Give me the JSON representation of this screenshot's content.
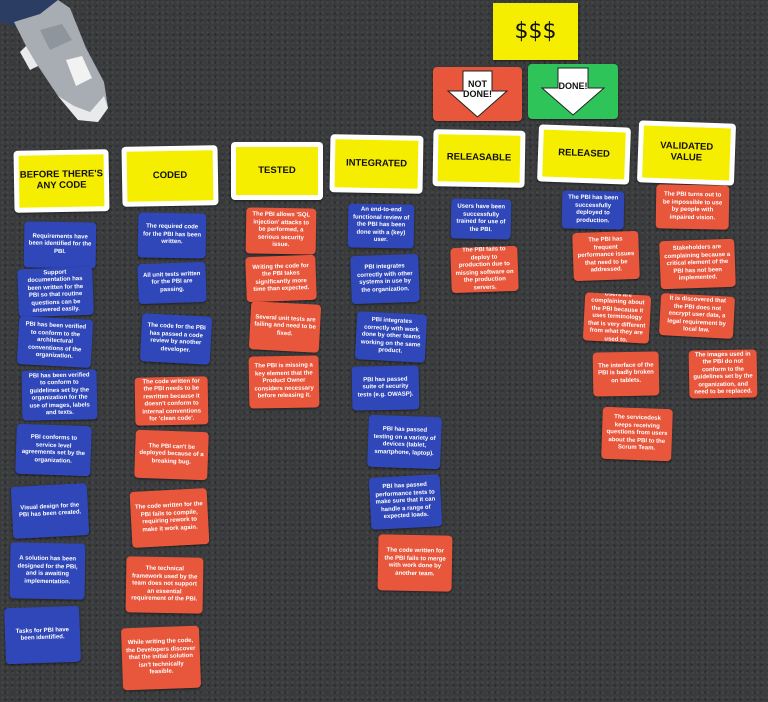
{
  "banner": {
    "text": "$$$"
  },
  "status_cards": [
    {
      "label": "NOT\nDONE!",
      "color": "#e8563c"
    },
    {
      "label": "DONE!",
      "color": "#2ec45a"
    }
  ],
  "colors": {
    "header_yellow": "#f6ee00",
    "card_blue": "#2f47b8",
    "card_red": "#e8563c",
    "carpet": "#3a3b3d"
  },
  "columns": [
    {
      "header": "BEFORE THERE'S ANY CODE",
      "cards": [
        {
          "color": "blue",
          "text": "Requirements have been identified for the PBI."
        },
        {
          "color": "blue",
          "text": "Support documentation has been written for the PBI so that routine questions can be answered easily."
        },
        {
          "color": "blue",
          "text": "PBI has been verified to conform to the architectural conventions of the organization."
        },
        {
          "color": "blue",
          "text": "PBI has been verified to conform to guidelines set by the organization for the use of images, labels and texts."
        },
        {
          "color": "blue",
          "text": "PBI conforms to service level agreements set by the organization."
        },
        {
          "color": "blue",
          "text": "Visual design for the PBI has been created."
        },
        {
          "color": "blue",
          "text": "A solution has been designed for the PBI, and is awaiting implementation."
        },
        {
          "color": "blue",
          "text": "Tasks for PBI have been identified."
        }
      ]
    },
    {
      "header": "CODED",
      "cards": [
        {
          "color": "blue",
          "text": "The required code for the PBI has been written."
        },
        {
          "color": "blue",
          "text": "All unit tests written for the PBI are passing."
        },
        {
          "color": "blue",
          "text": "The code for the PBI has passed a code review by another developer."
        },
        {
          "color": "red",
          "text": "The code written for the PBI needs to be rewritten because it doesn't conform to internal conventions for 'clean code'."
        },
        {
          "color": "red",
          "text": "The PBI can't be deployed because of a breaking bug."
        },
        {
          "color": "red",
          "text": "The code written for the PBI fails to compile, requiring rework to make it work again."
        },
        {
          "color": "red",
          "text": "The technical framework used by the team does not support an essential requirement of the PBI."
        },
        {
          "color": "red",
          "text": "While writing the code, the Developers discover that the initial solution isn't technically feasible."
        }
      ]
    },
    {
      "header": "TESTED",
      "cards": [
        {
          "color": "red",
          "text": "The PBI allows 'SQL injection' attacks to be performed, a serious security issue."
        },
        {
          "color": "red",
          "text": "Writing the code for the PBI takes significantly more time than expected."
        },
        {
          "color": "red",
          "text": "Several unit tests are failing and need to be fixed."
        },
        {
          "color": "red",
          "text": "The PBI is missing a key element that the Product Owner considers necessary before releasing it."
        }
      ]
    },
    {
      "header": "INTEGRATED",
      "cards": [
        {
          "color": "blue",
          "text": "An end-to-end functional review of the PBI has been done with a (key) user."
        },
        {
          "color": "blue",
          "text": "PBI integrates correctly with other systems in use by the organization."
        },
        {
          "color": "blue",
          "text": "PBI integrates correctly with work done by other teams working on the same product."
        },
        {
          "color": "blue",
          "text": "PBI has passed suite of security tests (e.g. OWASP)."
        },
        {
          "color": "blue",
          "text": "PBI has passed testing on a variety of devices (tablet, smartphone, laptop)."
        },
        {
          "color": "blue",
          "text": "PBI has passed performance tests to make sure that it can handle a range of expected loads."
        },
        {
          "color": "red",
          "text": "The code written for the PBI fails to merge with work done by another team."
        }
      ]
    },
    {
      "header": "RELEASABLE",
      "cards": [
        {
          "color": "blue",
          "text": "Users have been successfully trained for use of the PBI."
        },
        {
          "color": "red",
          "text": "The PBI fails to deploy to production due to missing software on the production servers."
        }
      ]
    },
    {
      "header": "RELEASED",
      "cards": [
        {
          "color": "blue",
          "text": "The PBI has been successfully deployed to production."
        },
        {
          "color": "red",
          "text": "The PBI has frequent performance issues that need to be addressed."
        },
        {
          "color": "red",
          "text": "Users are complaining about the PBI because it uses terminology that is very different from what they are used to."
        },
        {
          "color": "red",
          "text": "The interface of the PBI is badly broken on tablets."
        },
        {
          "color": "red",
          "text": "The servicedesk keeps receiving questions from users about the PBI to the Scrum Team."
        }
      ]
    },
    {
      "header": "VALIDATED VALUE",
      "cards": [
        {
          "color": "red",
          "text": "The PBI turns out to be impossible to use by people with impaired vision."
        },
        {
          "color": "red",
          "text": "Stakeholders are complaining because a critical element of the PBI has not been implemented."
        },
        {
          "color": "red",
          "text": "It is discovered that the PBI does not encrypt user data, a legal requirement by local law."
        },
        {
          "color": "red",
          "text": "The images used in the PBI do not conform to the guidelines set by the organization, and need to be replaced."
        }
      ]
    }
  ]
}
